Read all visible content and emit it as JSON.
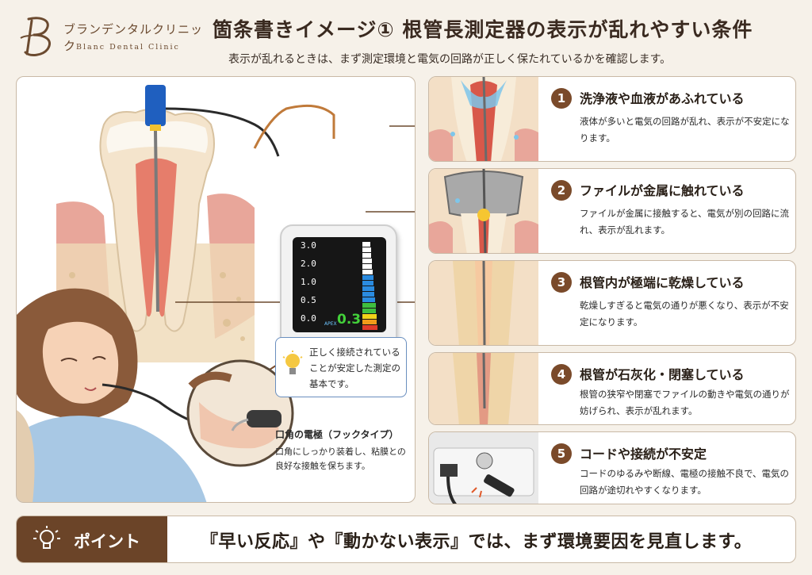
{
  "clinic": {
    "name_jp": "ブランデンタルクリニック",
    "name_en": "Blanc Dental Clinic",
    "logo_letter": "B"
  },
  "header": {
    "title": "箇条書きイメージ① 根管長測定器の表示が乱れやすい条件",
    "subtitle": "表示が乱れるときは、まず測定環境と電気の回路が正しく保たれているかを確認します。"
  },
  "device": {
    "scale": [
      "3.0",
      "2.0",
      "1.0",
      "0.5",
      "0.0"
    ],
    "apex_label": "APEX",
    "value": "0.3",
    "bar_colors": [
      "#ffffff",
      "#ffffff",
      "#ffffff",
      "#ffffff",
      "#ffffff",
      "#ffffff",
      "#2a8be0",
      "#2a8be0",
      "#2a8be0",
      "#2a8be0",
      "#2a8be0",
      "#3fbf3f",
      "#3fbf3f",
      "#f2d21a",
      "#f29a1a",
      "#e23b2a"
    ]
  },
  "tip": {
    "text": "正しく接続されていることが安定した測定の基本です。"
  },
  "electrode": {
    "title": "口角の電極（フックタイプ）",
    "desc": "口角にしっかり装着し、粘膜との良好な接触を保ちます。"
  },
  "conditions": [
    {
      "num": "1",
      "title": "洗浄液や血液があふれている",
      "desc": "液体が多いと電気の回路が乱れ、表示が不安定になります。"
    },
    {
      "num": "2",
      "title": "ファイルが金属に触れている",
      "desc": "ファイルが金属に接触すると、電気が別の回路に流れ、表示が乱れます。"
    },
    {
      "num": "3",
      "title": "根管内が極端に乾燥している",
      "desc": "乾燥しすぎると電気の通りが悪くなり、表示が不安定になります。"
    },
    {
      "num": "4",
      "title": "根管が石灰化・閉塞している",
      "desc": "根管の狭窄や閉塞でファイルの動きや電気の通りが妨げられ、表示が乱れます。"
    },
    {
      "num": "5",
      "title": "コードや接続が不安定",
      "desc": "コードのゆるみや断線、電極の接触不良で、電気の回路が途切れやすくなります。"
    }
  ],
  "point": {
    "label": "ポイント",
    "message": "『早い反応』や『動かない表示』では、まず環境要因を見直します。"
  },
  "colors": {
    "brand_brown": "#6b4428",
    "number_badge": "#7a4a2a",
    "tip_border": "#6a8fbf",
    "background": "#f6f1e9"
  }
}
